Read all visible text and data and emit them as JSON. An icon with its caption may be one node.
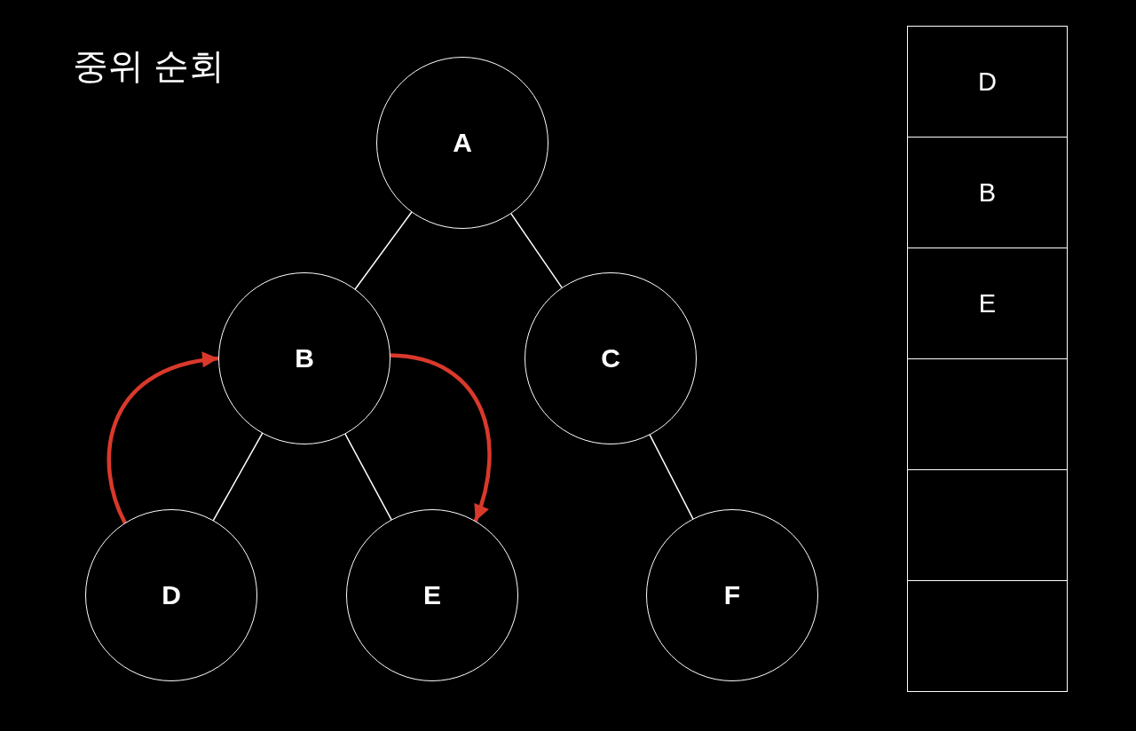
{
  "diagram": {
    "title": "중위 순회",
    "nodes": [
      {
        "text": [
          "A"
        ]
      },
      {
        "text": [
          "B"
        ]
      },
      {
        "text": [
          "C"
        ]
      },
      {
        "text": [
          "D"
        ]
      },
      {
        "text": [
          "E"
        ]
      },
      {
        "text": [
          "F"
        ]
      },
      {
        "text": [
          "D"
        ]
      },
      {
        "text": [
          "B"
        ]
      },
      {
        "text": [
          "E"
        ]
      },
      {
        "text": [],
        "shape": "box"
      },
      {
        "text": [],
        "shape": "box"
      },
      {
        "text": [],
        "shape": "box"
      }
    ],
    "edges": [
      {
        "from": 0,
        "to": 1,
        "arrow": "none"
      },
      {
        "from": 0,
        "to": 2,
        "arrow": "none"
      },
      {
        "from": 1,
        "to": 3,
        "arrow": "none"
      },
      {
        "from": 1,
        "to": 4,
        "arrow": "none"
      },
      {
        "from": 2,
        "to": 5,
        "arrow": "none"
      },
      {
        "from": 3,
        "to": 1,
        "arrow": "to",
        "style": "thick",
        "color": "#d9392b"
      },
      {
        "from": 1,
        "to": 4,
        "arrow": "to",
        "style": "thick",
        "color": "#d9392b"
      }
    ]
  }
}
